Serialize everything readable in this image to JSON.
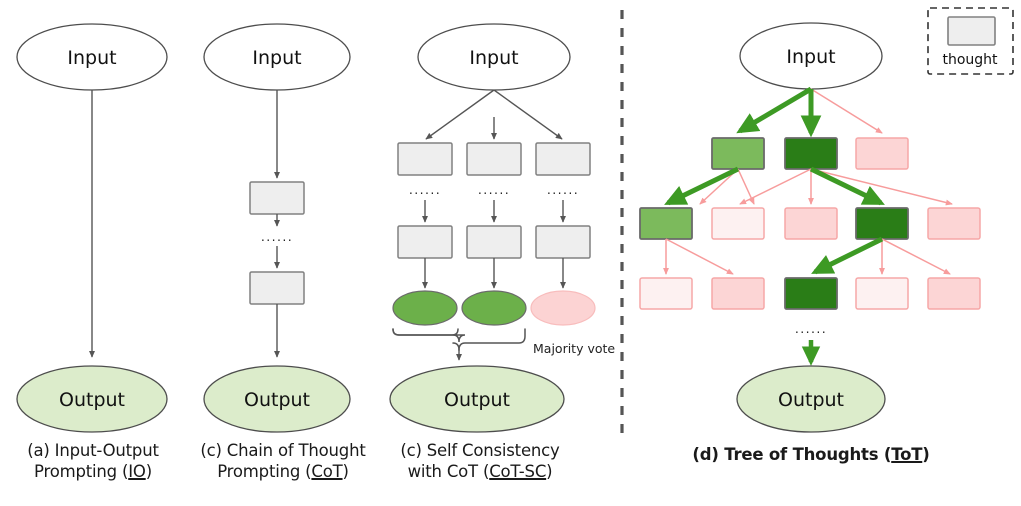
{
  "figure": {
    "panels": [
      {
        "id": "io",
        "caption_line1": "(a) Input-Output",
        "caption_line2_pre": "Prompting (",
        "caption_line2_abbr": "IO",
        "caption_line2_post": ")",
        "input_label": "Input",
        "output_label": "Output"
      },
      {
        "id": "cot",
        "caption_line1": "(c) Chain of Thought",
        "caption_line2_pre": "Prompting (",
        "caption_line2_abbr": "CoT",
        "caption_line2_post": ")",
        "input_label": "Input",
        "output_label": "Output",
        "ellipsis": "......"
      },
      {
        "id": "cot-sc",
        "caption_line1": "(c) Self Consistency",
        "caption_line2_pre": "with CoT (",
        "caption_line2_abbr": "CoT-SC",
        "caption_line2_post": ")",
        "input_label": "Input",
        "output_label": "Output",
        "majority_vote_label": "Majority vote",
        "ellipsis": "......",
        "leaf_outcomes": [
          "green",
          "green",
          "pink"
        ]
      },
      {
        "id": "tot",
        "caption_pre": "(d) Tree of Thoughts (",
        "caption_abbr": "ToT",
        "caption_post": ")",
        "input_label": "Input",
        "output_label": "Output",
        "ellipsis": "......"
      }
    ],
    "legend": {
      "label": "thought",
      "swatch": "thought-box"
    },
    "colors": {
      "thought_fill": "#eeeeee",
      "thought_stroke": "#808080",
      "output_fill": "#dceccb",
      "output_stroke": "#4d4d4d",
      "leaf_green_fill": "#6cb04a",
      "leaf_pink_fill": "#fcd3d3",
      "tot_green_light": "#7cba5c",
      "tot_green_dark": "#2a7d17",
      "tot_pink": "#fcd5d5",
      "tot_pink_pale": "#fdf0f0",
      "tot_pink_stroke": "#f6a7a7",
      "arrow_gray": "#555555",
      "arrow_green": "#3d9a24",
      "arrow_pink": "#f79c9c",
      "divider": "#555555"
    }
  },
  "tot_tree": {
    "row1": [
      {
        "index": 0,
        "fill": "tot_green_light",
        "state": "selected"
      },
      {
        "index": 1,
        "fill": "tot_green_dark",
        "state": "selected"
      },
      {
        "index": 2,
        "fill": "tot_pink",
        "state": "pruned"
      }
    ],
    "row2": [
      {
        "index": 0,
        "fill": "tot_green_light",
        "state": "selected"
      },
      {
        "index": 1,
        "fill": "tot_pink_pale",
        "state": "pruned"
      },
      {
        "index": 2,
        "fill": "tot_pink",
        "state": "pruned"
      },
      {
        "index": 3,
        "fill": "tot_green_dark",
        "state": "selected"
      },
      {
        "index": 4,
        "fill": "tot_pink",
        "state": "pruned"
      }
    ],
    "row3": [
      {
        "index": 0,
        "fill": "tot_pink_pale",
        "state": "pruned"
      },
      {
        "index": 1,
        "fill": "tot_pink",
        "state": "pruned"
      },
      {
        "index": 2,
        "fill": "tot_green_dark",
        "state": "selected"
      },
      {
        "index": 3,
        "fill": "tot_pink_pale",
        "state": "pruned"
      },
      {
        "index": 4,
        "fill": "tot_pink",
        "state": "pruned"
      }
    ]
  }
}
